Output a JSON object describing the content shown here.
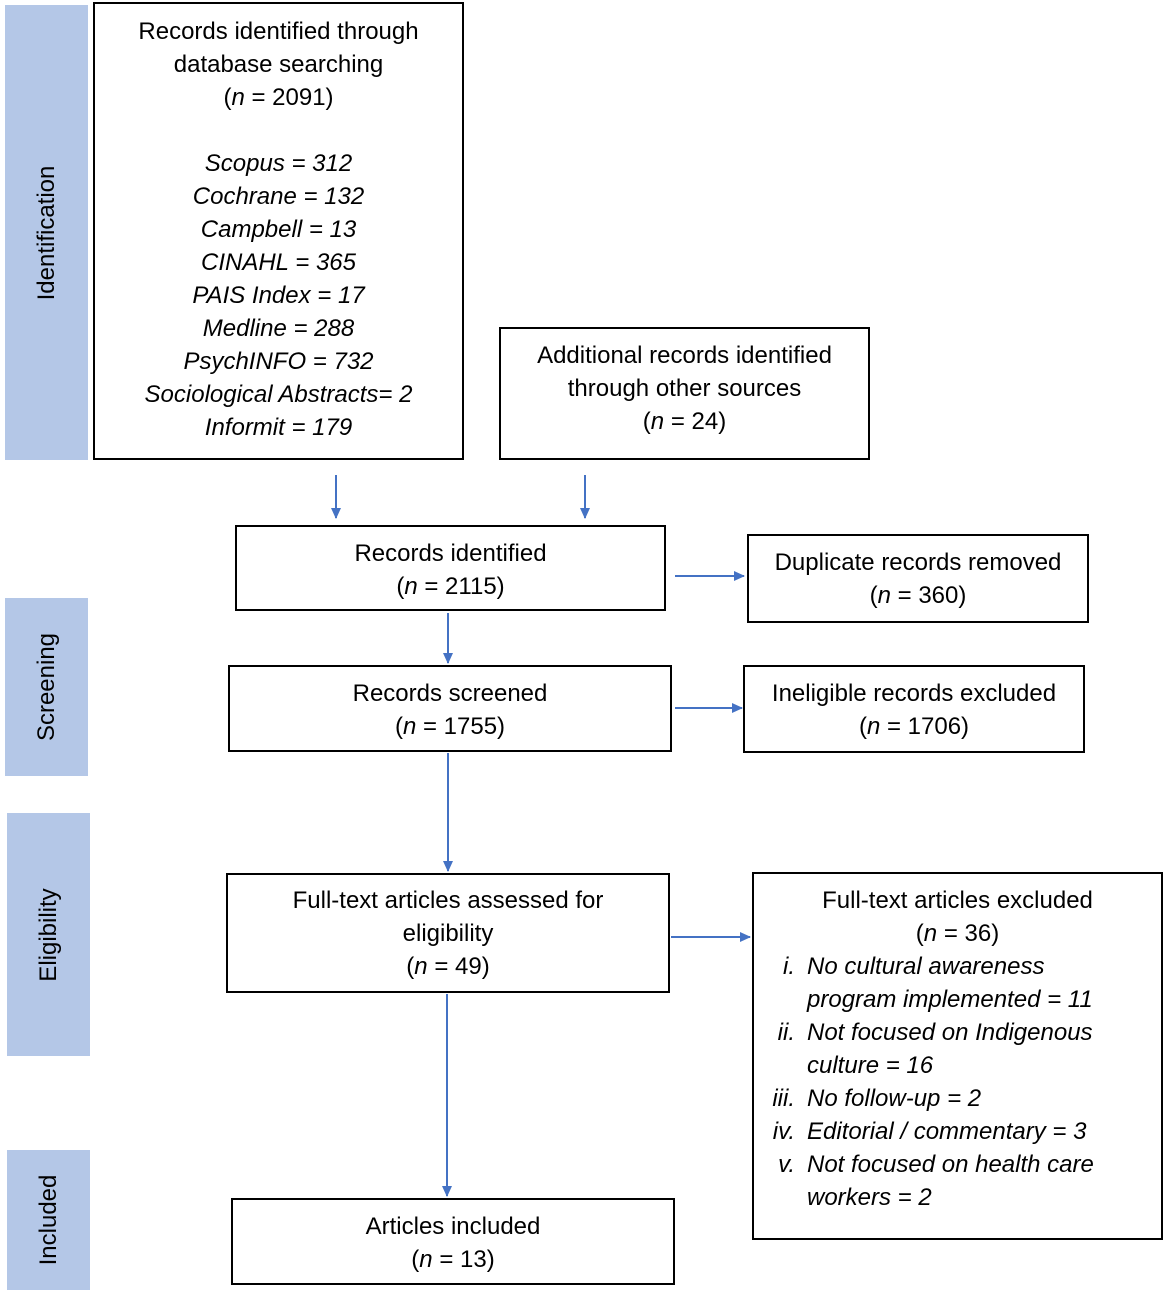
{
  "phases": [
    {
      "id": "identification",
      "label": "Identification"
    },
    {
      "id": "screening",
      "label": "Screening"
    },
    {
      "id": "eligibility",
      "label": "Eligibility"
    },
    {
      "id": "included",
      "label": "Included"
    }
  ],
  "boxes": {
    "database": {
      "title_lines": [
        "Records identified through",
        "database searching"
      ],
      "n_var": "n",
      "n_text": " = 2091)",
      "sources": [
        "Scopus = 312",
        "Cochrane = 132",
        "Campbell = 13",
        "CINAHL = 365",
        "PAIS Index = 17",
        "Medline = 288",
        "PsychINFO = 732",
        "Sociological Abstracts",
        "Informit = 179"
      ],
      "sociological_suffix": "= 2"
    },
    "additional": {
      "title_lines": [
        "Additional records identified",
        "through other sources"
      ],
      "n_var": "n",
      "n_text": " = 24)"
    },
    "identified": {
      "title": "Records identified",
      "n_var": "n",
      "n_text": " = 2115)"
    },
    "duplicates": {
      "title": "Duplicate records removed",
      "n_var": "n",
      "n_text": " = 360)"
    },
    "screened": {
      "title": "Records screened",
      "n_var": "n",
      "n_text": " = 1755)"
    },
    "ineligible": {
      "title": "Ineligible records excluded",
      "n_var": "n",
      "n_text": " = 1706)"
    },
    "fulltext": {
      "title_lines": [
        "Full-text articles assessed for",
        "eligibility"
      ],
      "n_var": "n",
      "n_text": " = 49)"
    },
    "excluded": {
      "title": "Full-text articles excluded",
      "n_var": "n",
      "n_text": " = 36)",
      "reasons": [
        {
          "num": "i.",
          "lines": [
            "No cultural awareness",
            "program implemented = 11"
          ]
        },
        {
          "num": "ii.",
          "lines": [
            "Not focused on Indigenous",
            "culture = 16"
          ]
        },
        {
          "num": "iii.",
          "lines": [
            "No follow-up = 2"
          ]
        },
        {
          "num": "iv.",
          "lines": [
            "Editorial / commentary = 3"
          ]
        },
        {
          "num": "v.",
          "lines": [
            "Not focused on health care",
            "workers = 2"
          ]
        }
      ]
    },
    "included": {
      "title": "Articles included",
      "n_var": "n",
      "n_text": " = 13)"
    }
  },
  "colors": {
    "phase_fill": "#b4c7e7",
    "arrow": "#4472c4",
    "border": "#000000"
  }
}
